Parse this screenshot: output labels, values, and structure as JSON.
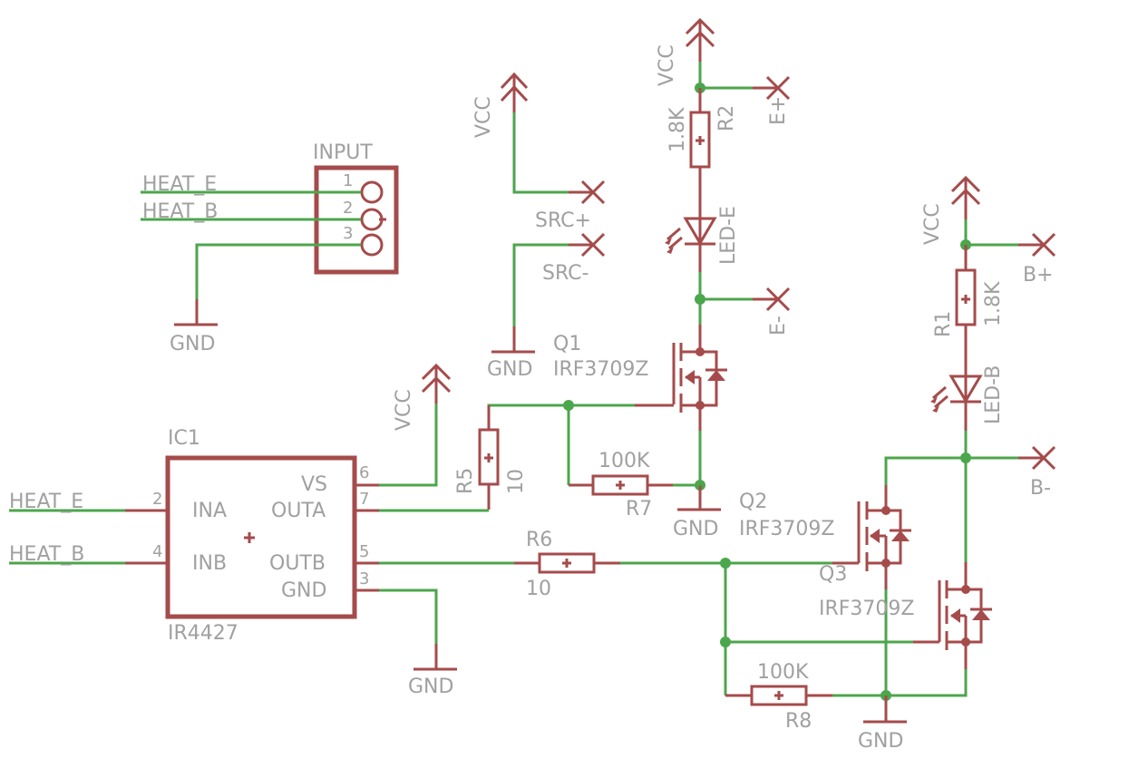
{
  "schematic": {
    "components": {
      "input": {
        "name": "INPUT",
        "pins": [
          "1",
          "2",
          "3"
        ],
        "nets": [
          "HEAT_E",
          "HEAT_B"
        ]
      },
      "ic1": {
        "name": "IC1",
        "value": "IR4427",
        "pins": {
          "ina": {
            "num": "2",
            "label": "INA",
            "net": "HEAT_E"
          },
          "inb": {
            "num": "4",
            "label": "INB",
            "net": "HEAT_B"
          },
          "vs": {
            "num": "6",
            "label": "VS"
          },
          "outa": {
            "num": "7",
            "label": "OUTA"
          },
          "outb": {
            "num": "5",
            "label": "OUTB"
          },
          "gnd": {
            "num": "3",
            "label": "GND"
          }
        }
      },
      "r1": {
        "name": "R1",
        "value": "1.8K"
      },
      "r2": {
        "name": "R2",
        "value": "1.8K"
      },
      "r5": {
        "name": "R5",
        "value": "10"
      },
      "r6": {
        "name": "R6",
        "value": "10"
      },
      "r7": {
        "name": "R7",
        "value": "100K"
      },
      "r8": {
        "name": "R8",
        "value": "100K"
      },
      "led_e": {
        "name": "LED-E"
      },
      "led_b": {
        "name": "LED-B"
      },
      "q1": {
        "name": "Q1",
        "value": "IRF3709Z"
      },
      "q2": {
        "name": "Q2",
        "value": "IRF3709Z"
      },
      "q3": {
        "name": "Q3",
        "value": "IRF3709Z"
      }
    },
    "supply": {
      "vcc": "VCC",
      "gnd": "GND"
    },
    "terminals": {
      "src_plus": "SRC+",
      "src_minus": "SRC-",
      "e_plus": "E+",
      "e_minus": "E-",
      "b_plus": "B+",
      "b_minus": "B-"
    }
  }
}
